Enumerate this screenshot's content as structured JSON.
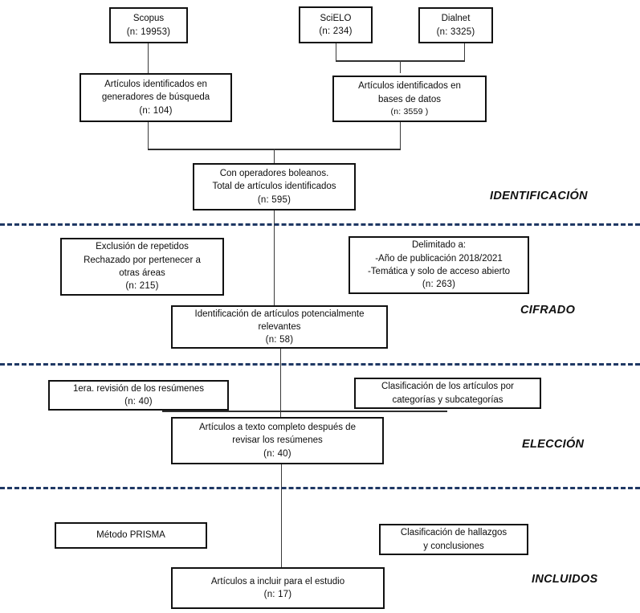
{
  "diagram": {
    "title": "Diagrama de flujo PRISMA",
    "accent_color": "#1f3864",
    "box_border_color": "#111111",
    "background_color": "#ffffff"
  },
  "boxes": {
    "scopus": {
      "line1": "Scopus",
      "line2": "(n:  19953)"
    },
    "scielo": {
      "line1": "SciELO",
      "line2": "(n:  234)"
    },
    "dialnet": {
      "line1": "Dialnet",
      "line2": "(n: 3325)"
    },
    "generadores": {
      "line1": "Artículos identificados en",
      "line2": "generadores de búsqueda",
      "line3": "(n: 104)"
    },
    "bases_datos": {
      "line1": "Artículos identificados en",
      "line2": "bases de datos",
      "line3": "(n: 3559 )"
    },
    "boleanos": {
      "line1": "Con operadores boleanos.",
      "line2": "Total de artículos identificados",
      "line3": "(n:  595)"
    },
    "exclusion": {
      "line1": "Exclusión de repetidos",
      "line2": "Rechazado por pertenecer a",
      "line3": "otras áreas",
      "line4": "(n: 215)"
    },
    "delimitado": {
      "line1": "Delimitado a:",
      "line2": "-Año de publicación 2018/2021",
      "line3": "-Temática y solo de acceso abierto",
      "line4": "(n: 263)"
    },
    "potencialmente": {
      "line1": "Identificación de artículos potencialmente",
      "line2": "relevantes",
      "line3": "(n:  58)"
    },
    "primera_rev": {
      "line1": "1era. revisión de los resúmenes",
      "line2": "(n: 40)"
    },
    "clasif_cat": {
      "line1": "Clasificación de los artículos por",
      "line2": "categorías y subcategorías"
    },
    "texto_completo": {
      "line1": "Artículos a texto completo después de",
      "line2": "revisar los resúmenes",
      "line3": "(n: 40)"
    },
    "metodo_prisma": {
      "line1": "Método PRISMA"
    },
    "clasif_hall": {
      "line1": "Clasificación de hallazgos",
      "line2": "y conclusiones"
    },
    "incluir": {
      "line1": "Artículos a incluir para el estudio",
      "line2": "(n: 17)"
    }
  },
  "phases": [
    {
      "key": "identificacion",
      "label": "IDENTIFICACIÓN"
    },
    {
      "key": "cifrado",
      "label": "CIFRADO"
    },
    {
      "key": "eleccion",
      "label": "ELECCIÓN"
    },
    {
      "key": "incluidos",
      "label": "INCLUIDOS"
    }
  ],
  "chart_data": {
    "type": "diagram",
    "title": "Diagrama de flujo PRISMA de selección de artículos",
    "stages": [
      {
        "phase": "IDENTIFICACIÓN",
        "nodes": [
          {
            "label": "Scopus",
            "n": 19953
          },
          {
            "label": "SciELO",
            "n": 234
          },
          {
            "label": "Dialnet",
            "n": 3325
          },
          {
            "label": "Artículos identificados en generadores de búsqueda",
            "n": 104
          },
          {
            "label": "Artículos identificados en bases de datos",
            "n": 3559
          },
          {
            "label": "Con operadores boleanos. Total de artículos identificados",
            "n": 595
          }
        ]
      },
      {
        "phase": "CIFRADO",
        "nodes": [
          {
            "label": "Exclusión de repetidos / Rechazado por pertenecer a otras áreas",
            "n": 215
          },
          {
            "label": "Delimitado a: Año de publicación 2018/2021; Temática y solo de acceso abierto",
            "n": 263
          },
          {
            "label": "Identificación de artículos potencialmente relevantes",
            "n": 58
          }
        ]
      },
      {
        "phase": "ELECCIÓN",
        "nodes": [
          {
            "label": "1era. revisión de los resúmenes",
            "n": 40
          },
          {
            "label": "Clasificación de los artículos por categorías y subcategorías",
            "n": null
          },
          {
            "label": "Artículos a texto completo después de revisar los resúmenes",
            "n": 40
          }
        ]
      },
      {
        "phase": "INCLUIDOS",
        "nodes": [
          {
            "label": "Método PRISMA",
            "n": null
          },
          {
            "label": "Clasificación de hallazgos y conclusiones",
            "n": null
          },
          {
            "label": "Artículos a incluir para el estudio",
            "n": 17
          }
        ]
      }
    ]
  }
}
